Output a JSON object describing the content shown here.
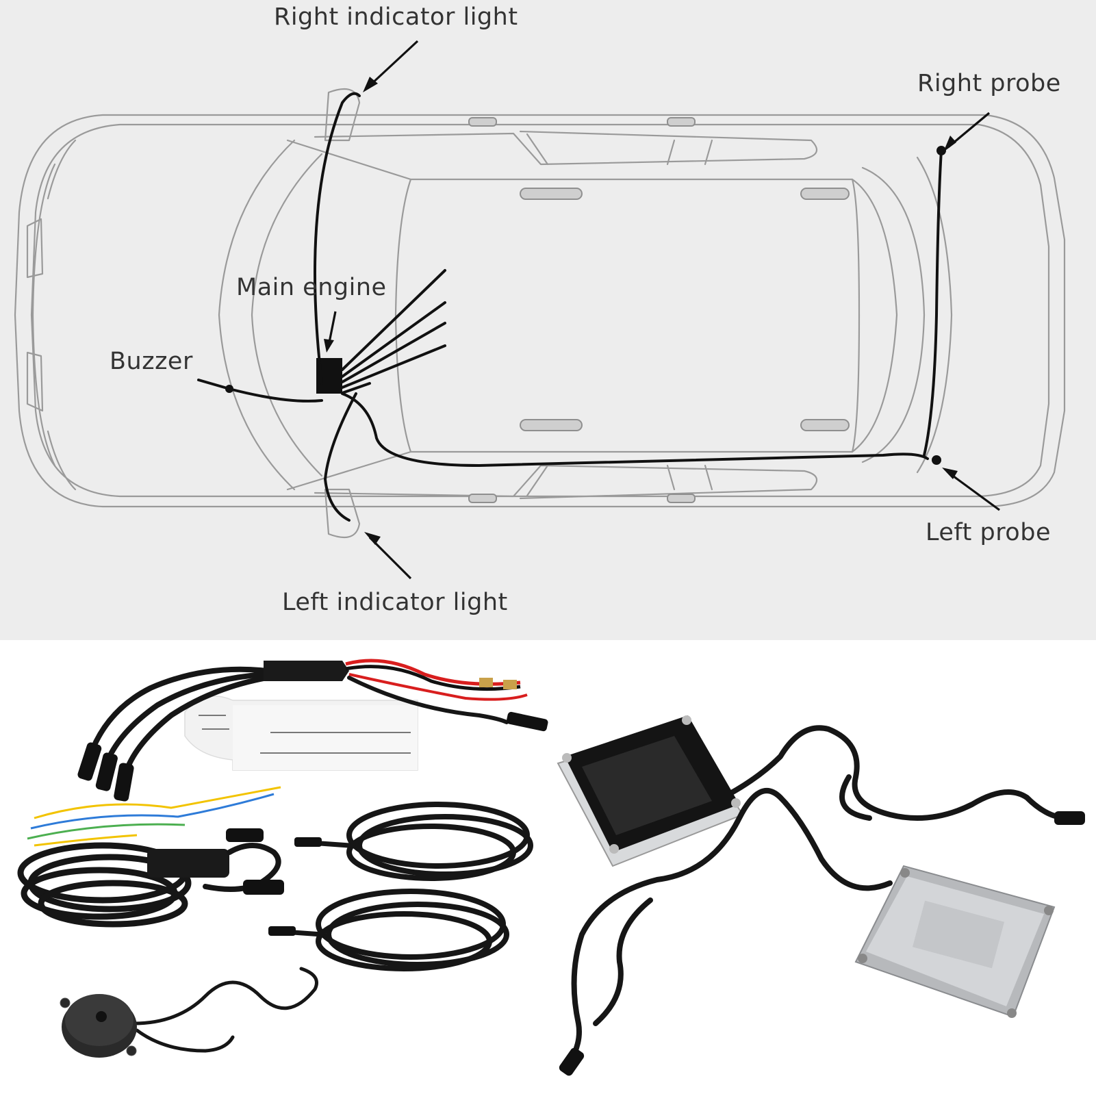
{
  "labels": {
    "right_indicator": "Right indicator light",
    "right_probe": "Right probe",
    "main_engine": "Main engine",
    "buzzer": "Buzzer",
    "left_probe": "Left probe",
    "left_indicator": "Left indicator light"
  },
  "colors": {
    "diagram_background": "#ededed",
    "photo_background": "#ffffff",
    "wire": "#111111",
    "car_outline": "#9a9a9a",
    "red_wire": "#d81e1e",
    "radar_silver": "#c9cbcd",
    "radar_black": "#121212"
  },
  "components": [
    "wiring-harness",
    "main-engine-harness",
    "probe-cable-1",
    "probe-cable-2",
    "buzzer",
    "black-radar-probe",
    "silver-radar-probe"
  ]
}
